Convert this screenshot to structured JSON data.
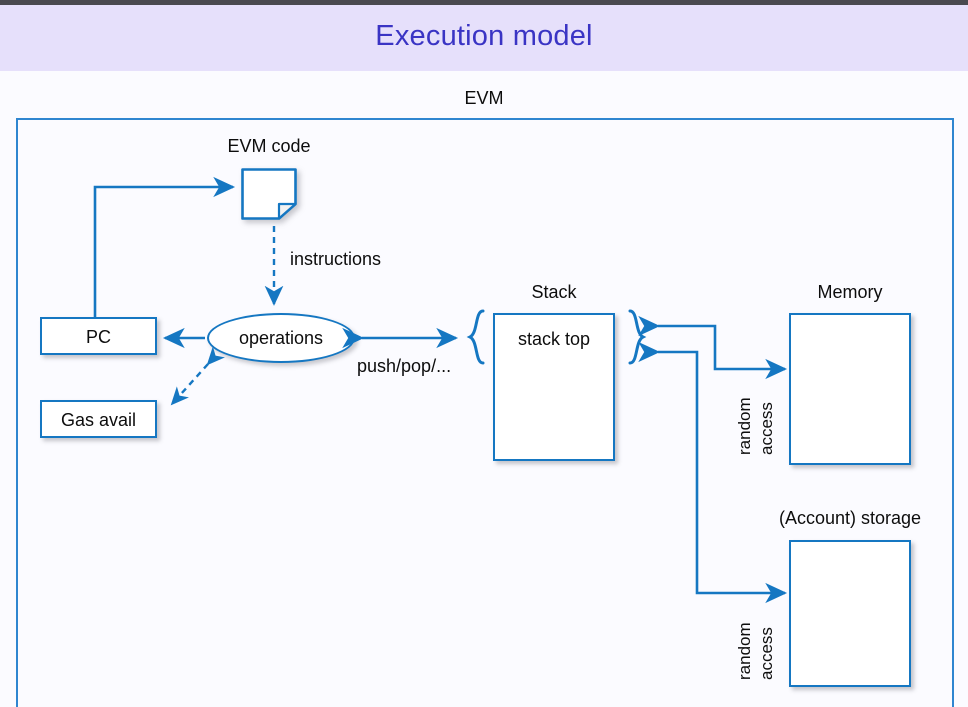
{
  "slide": {
    "title": "Execution model",
    "title_color": "#3a34c4",
    "title_bar_color": "#e6e0fb",
    "background_color": "#fbfbff",
    "accent_color": "#1577c2"
  },
  "diagram": {
    "frame_label": "EVM",
    "nodes": {
      "evm_code": {
        "label": "EVM code",
        "shape": "document"
      },
      "operations": {
        "label": "operations",
        "shape": "ellipse"
      },
      "pc": {
        "label": "PC",
        "shape": "rect"
      },
      "gas": {
        "label": "Gas avail",
        "shape": "rect"
      },
      "stack": {
        "label": "Stack",
        "inner_label": "stack top",
        "shape": "rect"
      },
      "memory": {
        "label": "Memory",
        "shape": "rect"
      },
      "storage": {
        "label": "(Account) storage",
        "shape": "rect"
      }
    },
    "edge_labels": {
      "instructions": "instructions",
      "push_pop": "push/pop/...",
      "memory_access_line1": "random",
      "memory_access_line2": "access",
      "storage_access_line1": "random",
      "storage_access_line2": "access"
    }
  }
}
